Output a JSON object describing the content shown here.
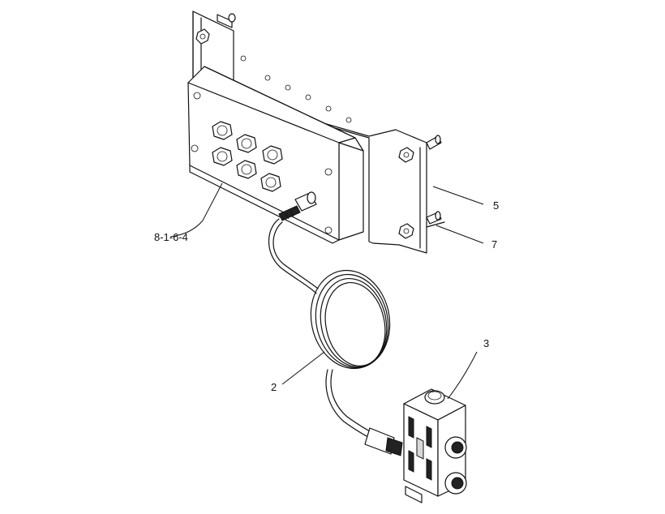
{
  "callouts": {
    "ref_8_1_6_4": "8-1-6-4",
    "item_5": "5",
    "item_7": "7",
    "item_3": "3",
    "item_2": "2"
  }
}
